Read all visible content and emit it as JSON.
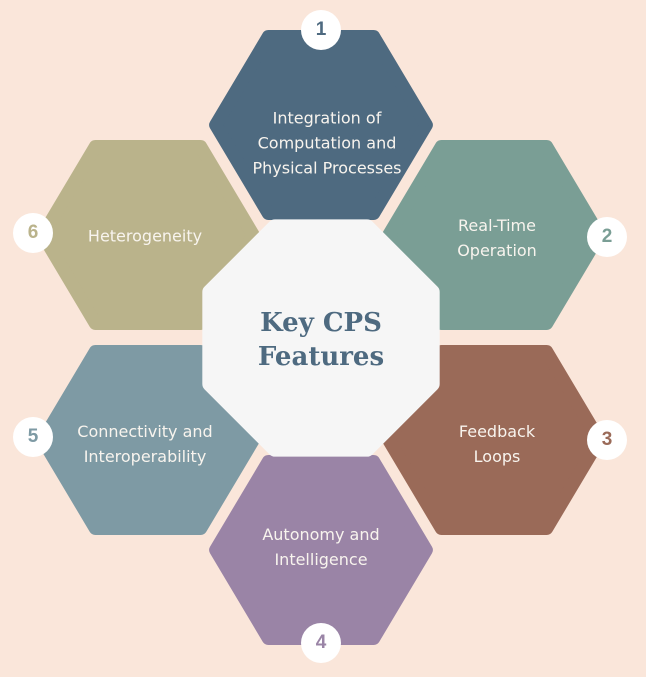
{
  "center": {
    "title": "Key CPS Features"
  },
  "features": [
    {
      "number": "1",
      "label": "Integration of Computation and Physical Processes",
      "color": "#4e6a80"
    },
    {
      "number": "2",
      "label": "Real-Time Operation",
      "color": "#7a9e95"
    },
    {
      "number": "3",
      "label": "Feedback Loops",
      "color": "#9a6a58"
    },
    {
      "number": "4",
      "label": "Autonomy and Intelligence",
      "color": "#9a84a6"
    },
    {
      "number": "5",
      "label": "Connectivity and Interoperability",
      "color": "#7e9aa4"
    },
    {
      "number": "6",
      "label": "Heterogeneity",
      "color": "#bab38b"
    }
  ]
}
